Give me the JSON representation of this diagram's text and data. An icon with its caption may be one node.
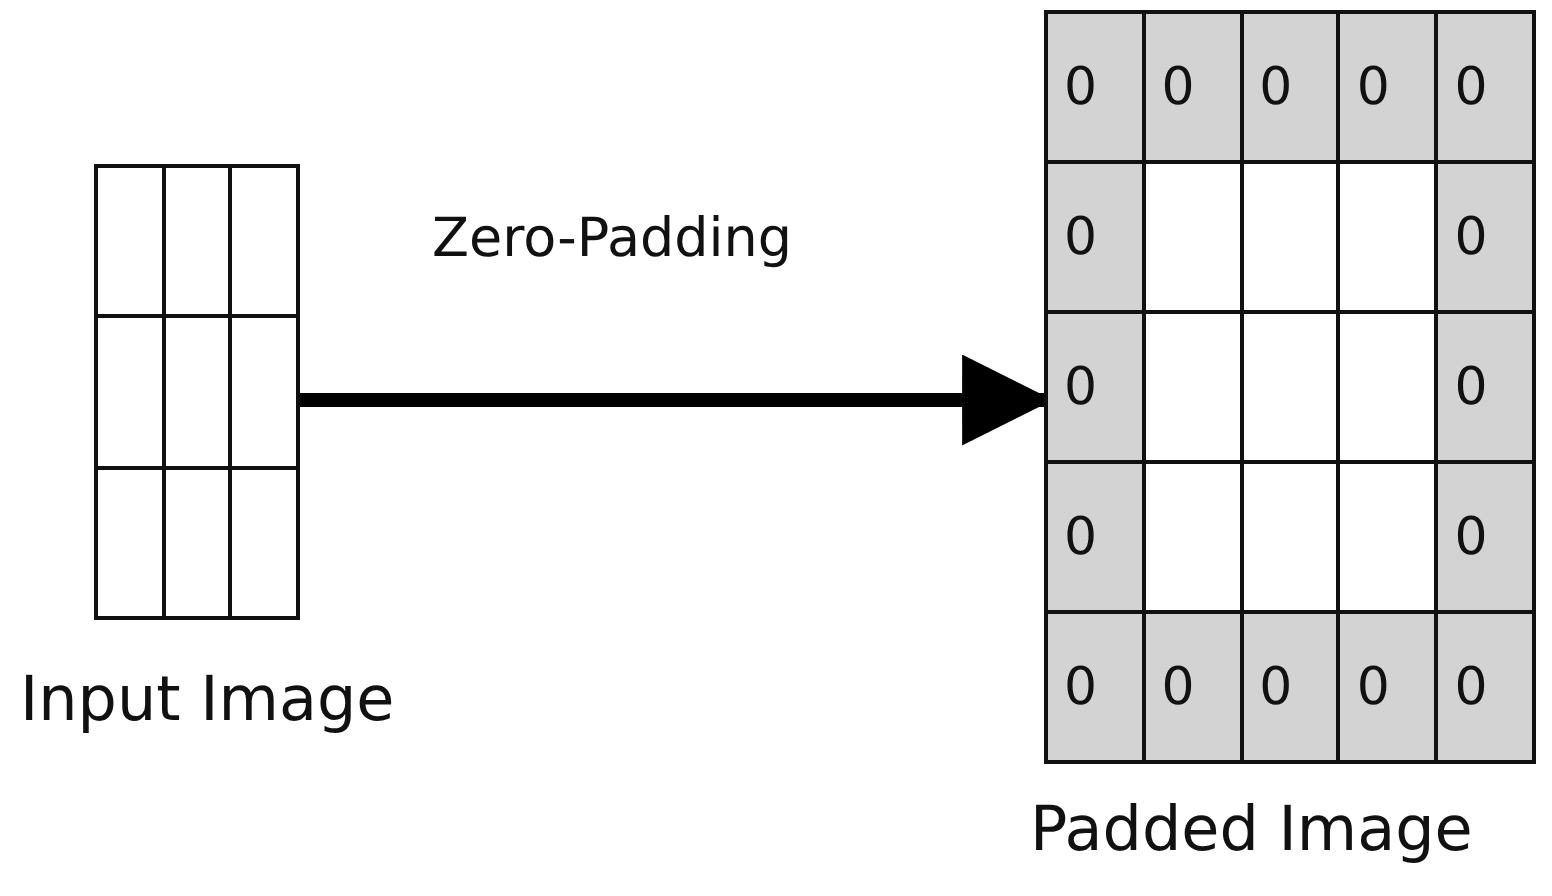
{
  "diagram": {
    "nodes": [
      {
        "text": [
          "Input Image"
        ]
      },
      {
        "text": [
          "Padded Image"
        ]
      }
    ],
    "edges": [
      {
        "from": 0,
        "to": 1,
        "label": "Zero-Padding",
        "arrow": "to"
      }
    ],
    "labels": [
      "0",
      "0",
      "0",
      "0",
      "0",
      "0",
      "0",
      "0",
      "0",
      "0",
      "0",
      "0",
      "0",
      "0",
      "0",
      "0"
    ]
  }
}
